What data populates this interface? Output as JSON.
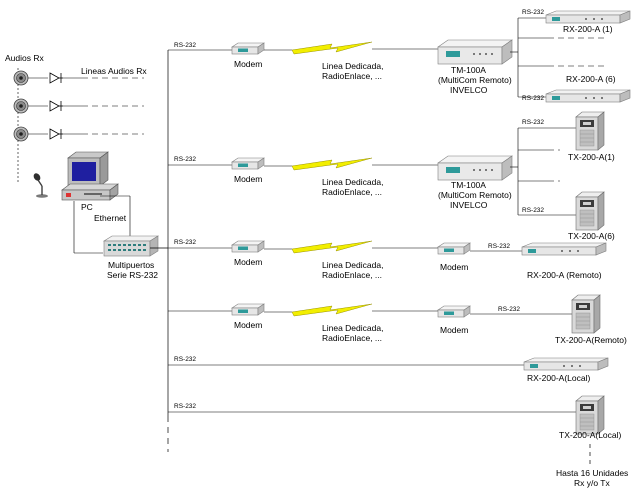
{
  "labels": {
    "audios_rx": "Audios Rx",
    "lineas_audios_rx": "Lineas Audios Rx",
    "pc": "PC",
    "ethernet": "Ethernet",
    "multipuertos_1": "Multipuertos",
    "multipuertos_2": "Serie RS-232",
    "rs232": "RS-232",
    "modem": "Modem",
    "link_1": "Linea Dedicada,",
    "link_2": "RadioEnlace, ...",
    "tm_name": "TM-100A",
    "tm_sub": "(MultiCom Remoto)",
    "tm_brand": "INVELCO",
    "rx_1": "RX-200-A (1)",
    "rx_6": "RX-200-A (6)",
    "tx_1": "TX-200-A(1)",
    "tx_6": "TX-200-A(6)",
    "rx_remoto": "RX-200-A (Remoto)",
    "tx_remoto": "TX-200-A(Remoto)",
    "rx_local": "RX-200-A(Local)",
    "tx_local": "TX-200-A(Local)",
    "footer_1": "Hasta 16 Unidades",
    "footer_2": "Rx y/o Tx"
  },
  "colors": {
    "line": "#000000",
    "lightning": "#f2ee00",
    "device_body": "#e9e9e9",
    "device_edge": "#7f7f7f",
    "teal_panel": "#2e9a9a",
    "speaker": "#404040"
  }
}
